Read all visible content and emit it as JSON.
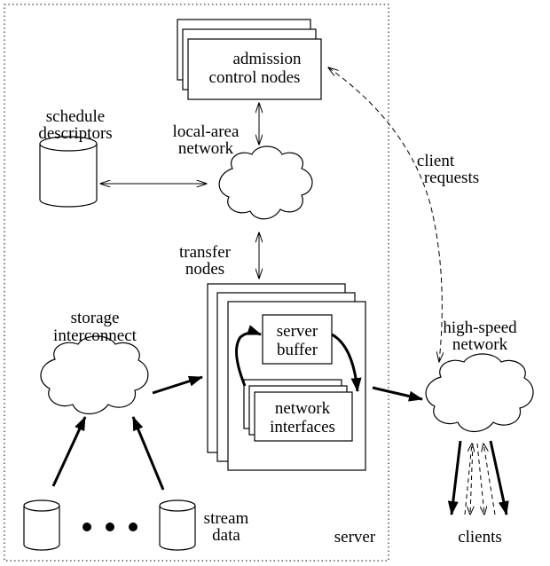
{
  "labels": {
    "admission_l1": "admission",
    "admission_l2": "control  nodes",
    "schedule_l1": "schedule",
    "schedule_l2": "descriptors",
    "lan_l1": "local-area",
    "lan_l2": "network",
    "client_req_l1": "client",
    "client_req_l2": "requests",
    "transfer_l1": "transfer",
    "transfer_l2": "nodes",
    "storage_l1": "storage",
    "storage_l2": "interconnect",
    "server_buffer_l1": "server",
    "server_buffer_l2": "buffer",
    "netif_l1": "network",
    "netif_l2": "interfaces",
    "highspeed_l1": "high-speed",
    "highspeed_l2": "network",
    "stream_l1": "stream",
    "stream_l2": "data",
    "server": "server",
    "clients": "clients"
  },
  "colors": {
    "ink": "#000000",
    "background": "#ffffff"
  }
}
